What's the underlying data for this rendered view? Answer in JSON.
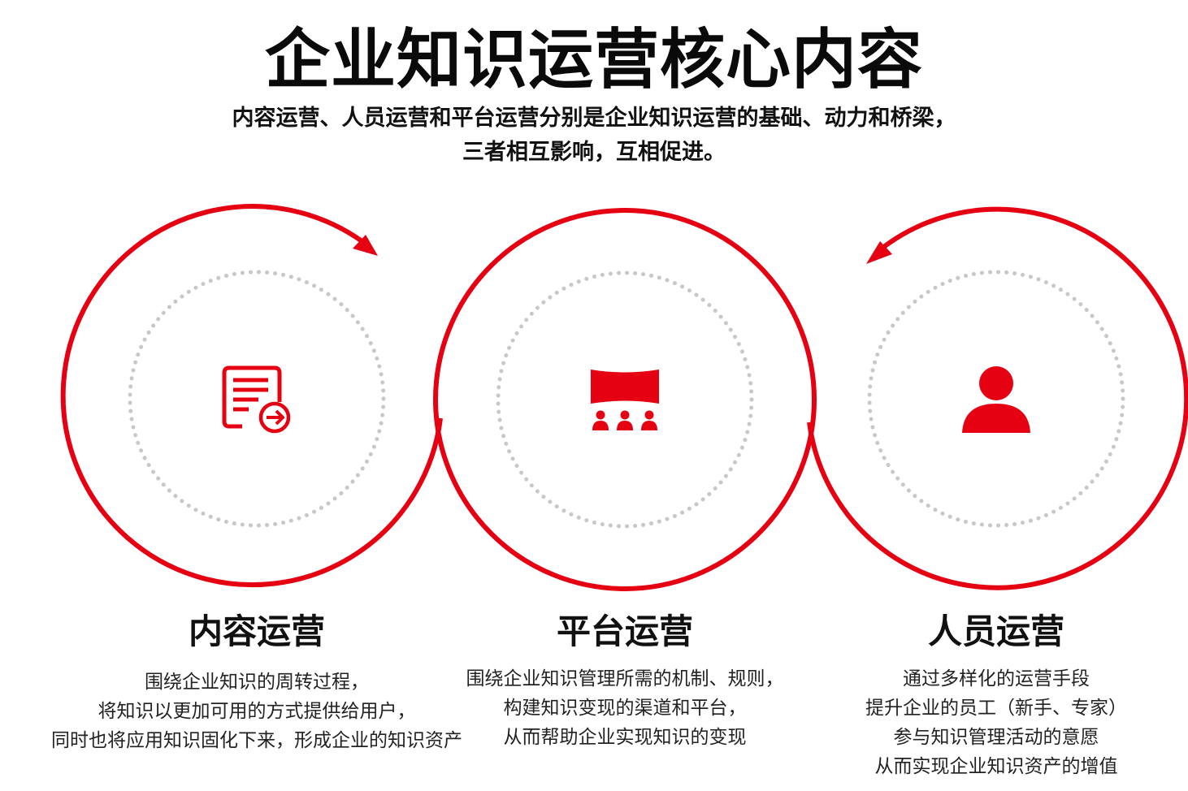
{
  "title": "企业知识运营核心内容",
  "subtitle_lines": [
    "内容运营、人员运营和平台运营分别是企业知识运营的基础、动力和桥梁，",
    "三者相互影响，互相促进。"
  ],
  "colors": {
    "accent": "#e50012",
    "dotted_ring": "#c8c8c8",
    "text": "#111111"
  },
  "columns": [
    {
      "icon": "document-arrow-icon",
      "title": "内容运营",
      "desc": [
        "围绕企业知识的周转过程，",
        "将知识以更加可用的方式提供给用户，",
        "同时也将应用知识固化下来，形成企业的知识资产"
      ]
    },
    {
      "icon": "presentation-audience-icon",
      "title": "平台运营",
      "desc": [
        "围绕企业知识管理所需的机制、规则，",
        "构建知识变现的渠道和平台，",
        "从而帮助企业实现知识的变现"
      ]
    },
    {
      "icon": "user-icon",
      "title": "人员运营",
      "desc": [
        "通过多样化的运营手段",
        "提升企业的员工（新手、专家）",
        "参与知识管理活动的意愿",
        "从而实现企业知识资产的增值"
      ]
    }
  ]
}
